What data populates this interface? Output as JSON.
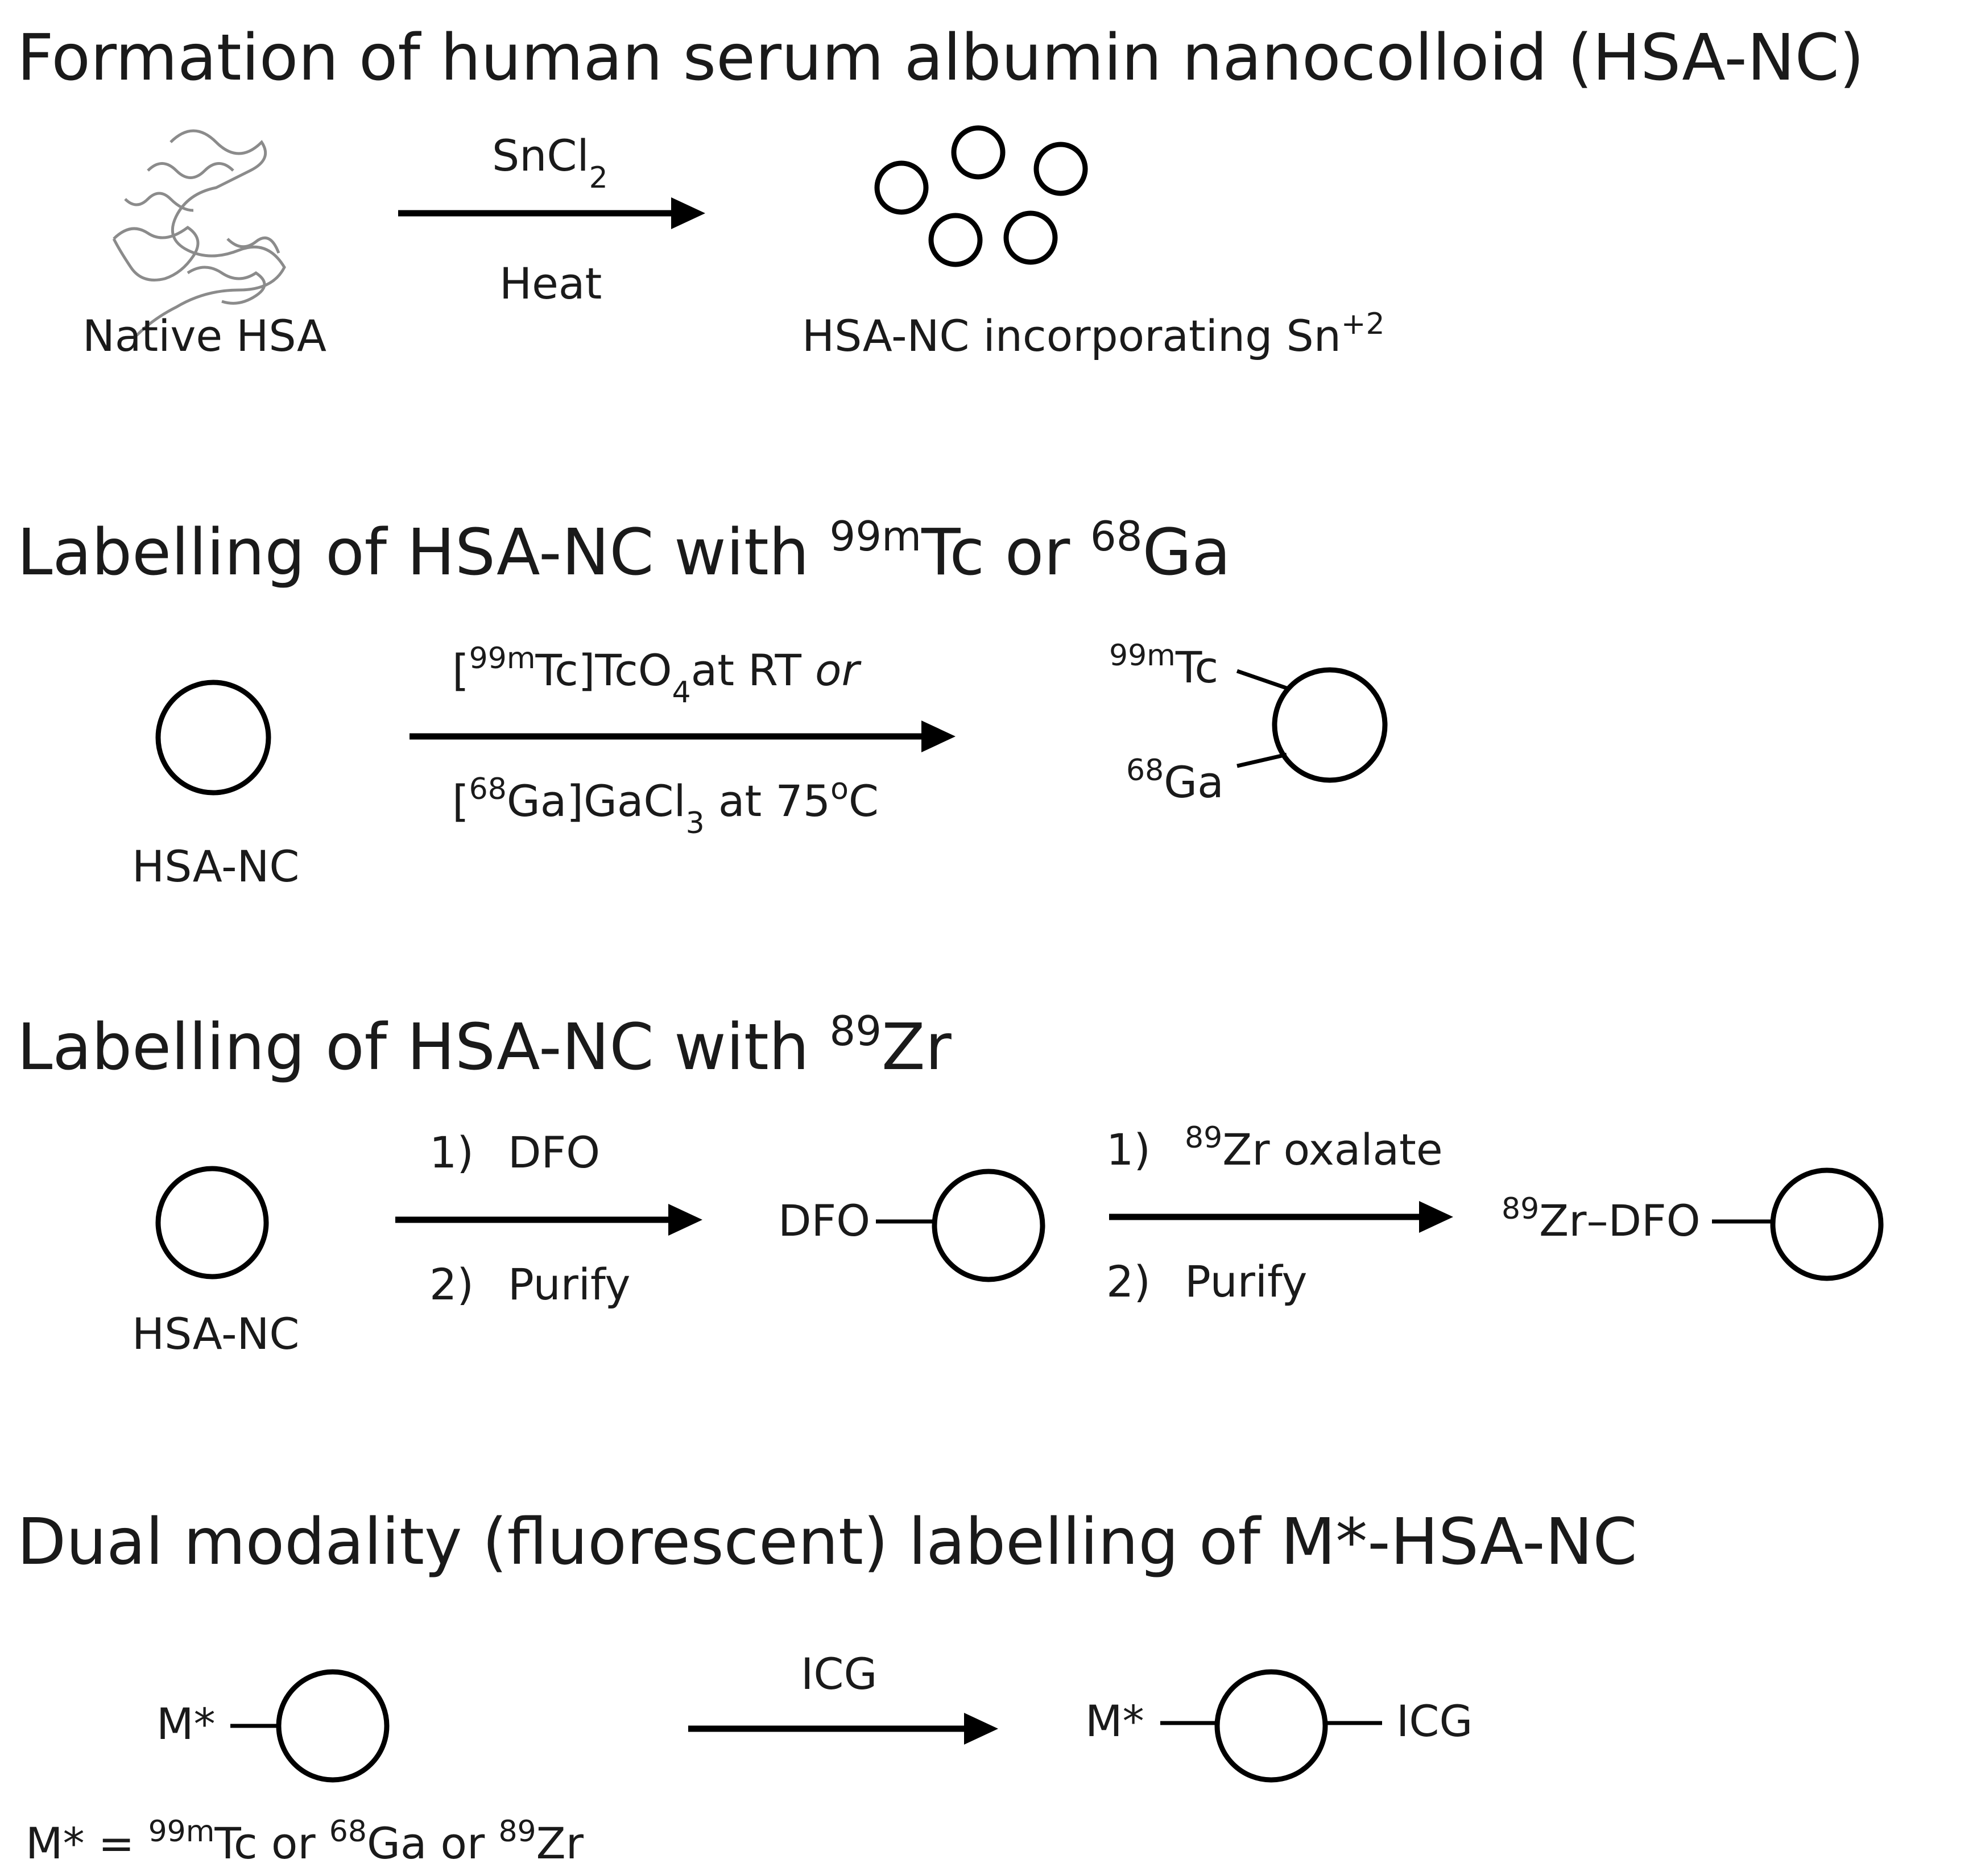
{
  "sections": [
    {
      "title": "Formation of human serum albumin nanocolloid (HSA-NC)",
      "reactant_label": "Native HSA",
      "reagent_top": {
        "main": "SnCl",
        "sub": "2"
      },
      "reagent_bottom": "Heat",
      "product_label": {
        "main": "HSA-NC incorporating  Sn",
        "sup": "+2"
      }
    },
    {
      "title": {
        "main1": "Labelling of HSA-NC with ",
        "sup1": "99m",
        "main2": "Tc or ",
        "sup2": "68",
        "main3": "Ga"
      },
      "reactant_label": "HSA-NC",
      "reagent_top": {
        "pre": "[",
        "sup": "99m",
        "mid": "Tc]TcO",
        "sub": "4",
        "post": "at RT  ",
        "italic": "or"
      },
      "reagent_bottom": {
        "pre": "[",
        "sup": "68",
        "mid": "Ga]GaCl",
        "sub": "3",
        "post": " at 75",
        "deg": "o",
        "end": "C"
      },
      "product_tc": {
        "sup": "99m",
        "main": "Tc"
      },
      "product_ga": {
        "sup": "68",
        "main": "Ga"
      }
    },
    {
      "title": {
        "main1": "Labelling of HSA-NC with ",
        "sup1": "89",
        "main2": "Zr"
      },
      "reactant_label": "HSA-NC",
      "step1_top": {
        "num": "1)",
        "text": "DFO"
      },
      "step1_bottom": {
        "num": "2)",
        "text": "Purify"
      },
      "intermediate_label": "DFO",
      "step2_top": {
        "num": "1)",
        "sup": "89",
        "text": "Zr oxalate"
      },
      "step2_bottom": {
        "num": "2)",
        "text": "Purify"
      },
      "product_label": {
        "sup": "89",
        "main": "Zr–DFO"
      }
    },
    {
      "title": "Dual modality (fluorescent) labelling of M*-HSA-NC",
      "reactant_label": "M*",
      "reagent": "ICG",
      "product_left": "M*",
      "product_right": "ICG",
      "definition": {
        "pre": "M* = ",
        "sup1": "99m",
        "t1": "Tc or ",
        "sup2": "68",
        "t2": "Ga or ",
        "sup3": "89",
        "t3": "Zr"
      }
    }
  ]
}
